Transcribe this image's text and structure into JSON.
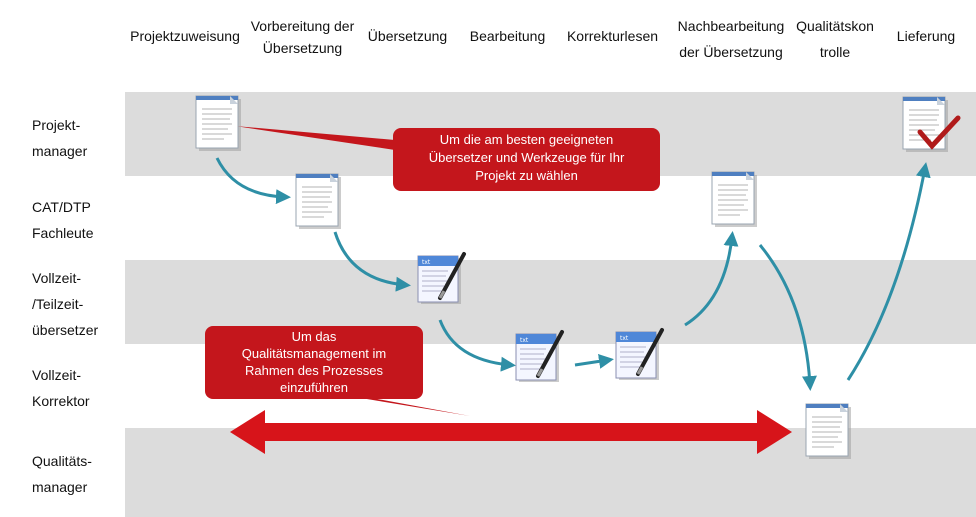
{
  "columns": [
    {
      "id": "projektzuweisung",
      "lines": [
        "Projektzuweisung"
      ]
    },
    {
      "id": "vorbereitung",
      "lines": [
        "Vorbereitung der",
        "Übersetzung"
      ]
    },
    {
      "id": "uebersetzung",
      "lines": [
        "Übersetzung"
      ]
    },
    {
      "id": "bearbeitung",
      "lines": [
        "Bearbeitung"
      ]
    },
    {
      "id": "korrekturlesen",
      "lines": [
        "Korrekturlesen"
      ]
    },
    {
      "id": "nachbearbeitung",
      "lines": [
        "Nachbearbeitung",
        "der Übersetzung"
      ]
    },
    {
      "id": "qualitaetskontrolle",
      "lines": [
        "Qualitätskon",
        "trolle"
      ]
    },
    {
      "id": "lieferung",
      "lines": [
        "Lieferung"
      ]
    }
  ],
  "roles": [
    {
      "id": "projektmanager",
      "lines": [
        "Projekt-",
        "manager"
      ]
    },
    {
      "id": "cat-dtp",
      "lines": [
        "CAT/DTP",
        "Fachleute"
      ]
    },
    {
      "id": "uebersetzer",
      "lines": [
        "Vollzeit-",
        "/Teilzeit-",
        "übersetzer"
      ]
    },
    {
      "id": "korrektor",
      "lines": [
        "Vollzeit-",
        "Korrektor"
      ]
    },
    {
      "id": "qualitaetsmanager",
      "lines": [
        "Qualitäts-",
        "manager"
      ]
    }
  ],
  "callouts": {
    "top": {
      "lines": [
        "Um die am besten geeigneten",
        "Übersetzer und Werkzeuge für Ihr",
        "Projekt zu wählen"
      ]
    },
    "bottom": {
      "lines": [
        "Um das",
        "Qualitätsmanagement im",
        "Rahmen des Prozesses",
        "einzuführen"
      ]
    }
  },
  "icons": {
    "document": "document-icon",
    "edit": "document-pen-icon",
    "approved": "document-checkmark-icon"
  },
  "colors": {
    "band": "#dcdcdc",
    "callout": "#c4161c",
    "arrow": "#2e8fa6",
    "bigArrow": "#d7141a"
  }
}
